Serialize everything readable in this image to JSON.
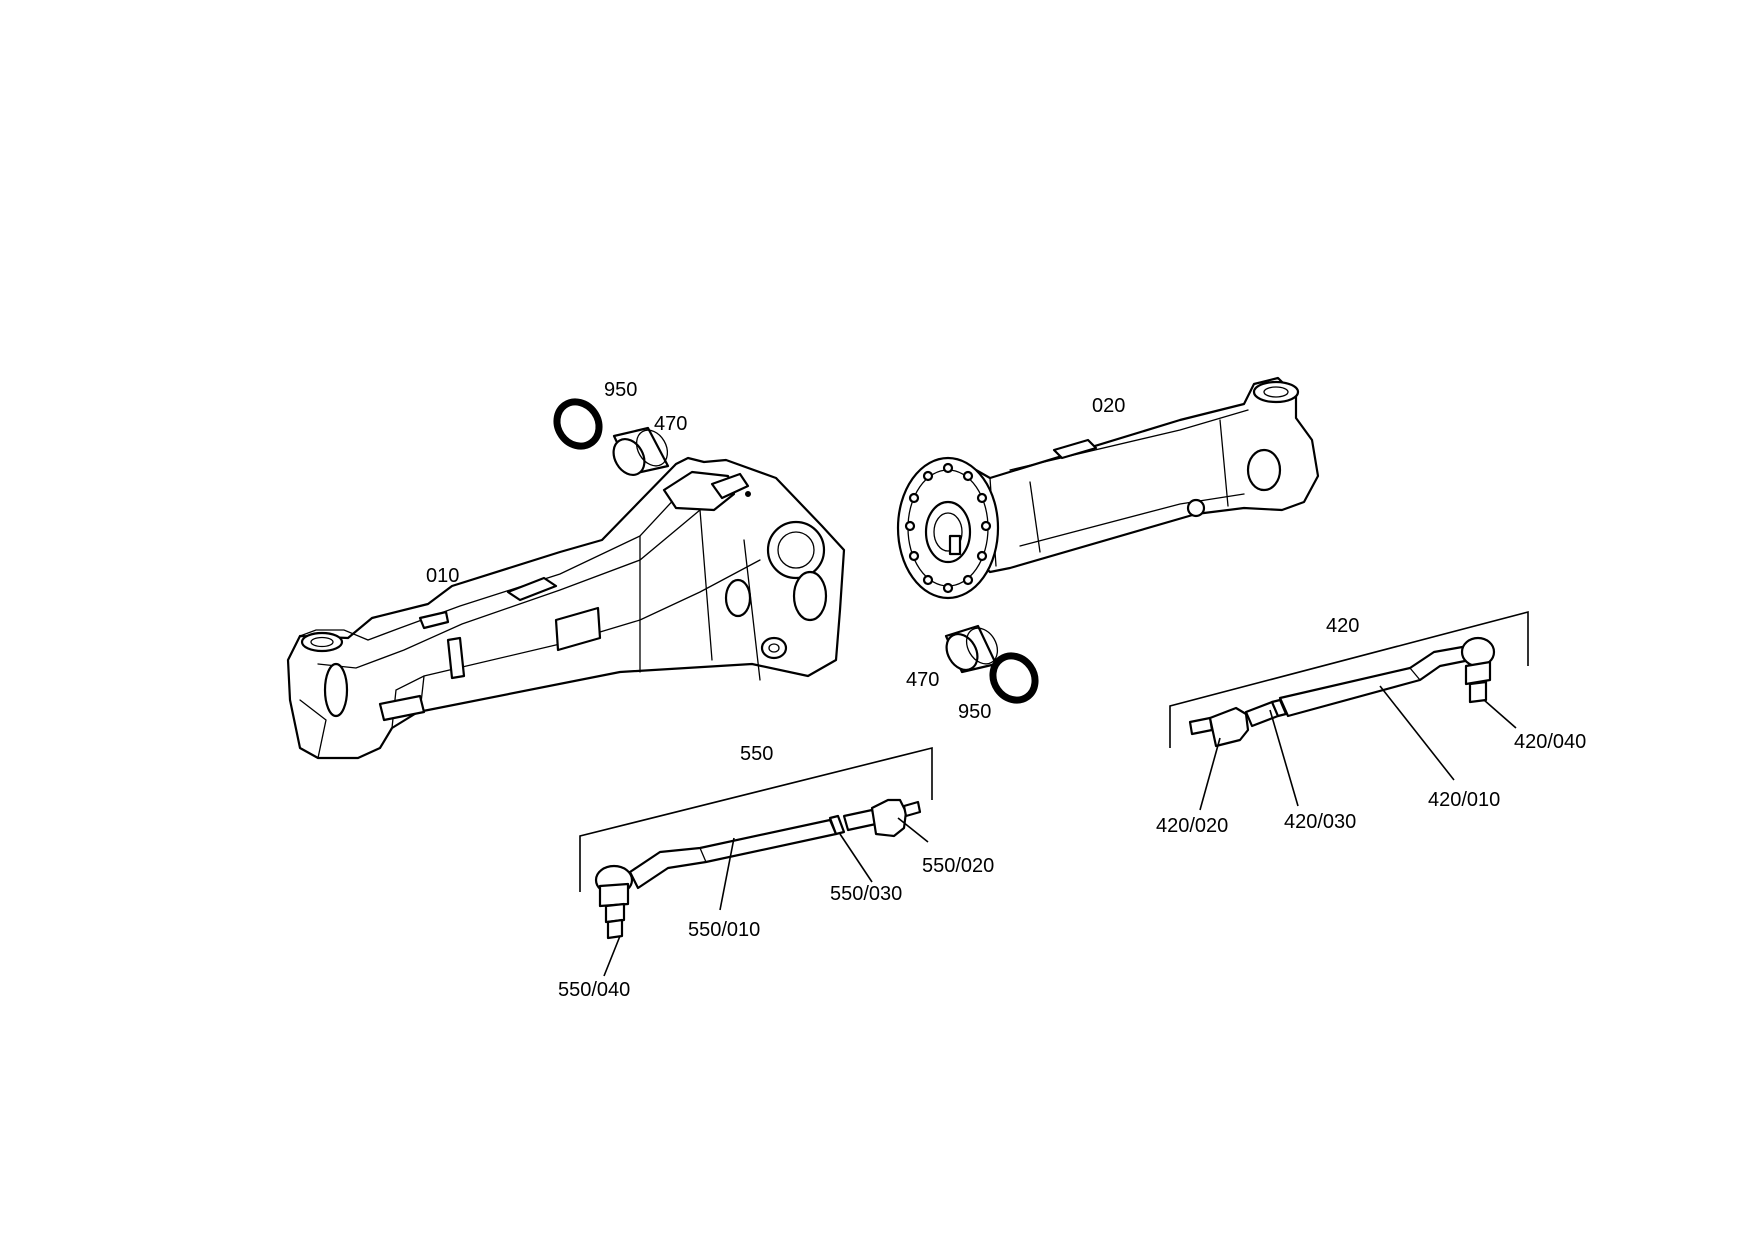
{
  "labels": {
    "p010": "010",
    "p020": "020",
    "p950_a": "950",
    "p470_a": "470",
    "p470_b": "470",
    "p950_b": "950",
    "p420": "420",
    "p420_010": "420/010",
    "p420_020": "420/020",
    "p420_030": "420/030",
    "p420_040": "420/040",
    "p550": "550",
    "p550_010": "550/010",
    "p550_020": "550/020",
    "p550_030": "550/030",
    "p550_040": "550/040"
  },
  "colors": {
    "line": "#000000",
    "background": "#ffffff"
  }
}
